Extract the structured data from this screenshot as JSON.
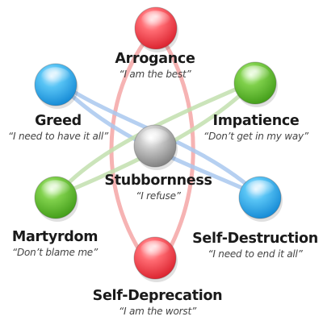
{
  "colors": {
    "red": "#e8323c",
    "blue": "#2fa8e6",
    "green": "#5cb82e",
    "gray": "#9a9a9a",
    "red_link": "#f4a6a6",
    "blue_link": "#a9c8ee",
    "green_link": "#c2dfae"
  },
  "nodes": {
    "arrogance": {
      "name": "Arrogance",
      "quote": "“I am the best”",
      "color": "red"
    },
    "greed": {
      "name": "Greed",
      "quote": "“I need to have it all”",
      "color": "blue"
    },
    "impatience": {
      "name": "Impatience",
      "quote": "“Don’t get in my way”",
      "color": "green"
    },
    "stubbornness": {
      "name": "Stubbornness",
      "quote": "“I refuse”",
      "color": "gray"
    },
    "martyrdom": {
      "name": "Martyrdom",
      "quote": "“Don’t blame me”",
      "color": "green"
    },
    "self_destruction": {
      "name": "Self-Destruction",
      "quote": "“I need to end it all”",
      "color": "blue"
    },
    "self_deprecation": {
      "name": "Self-Deprecation",
      "quote": "“I am the worst”",
      "color": "red"
    }
  }
}
